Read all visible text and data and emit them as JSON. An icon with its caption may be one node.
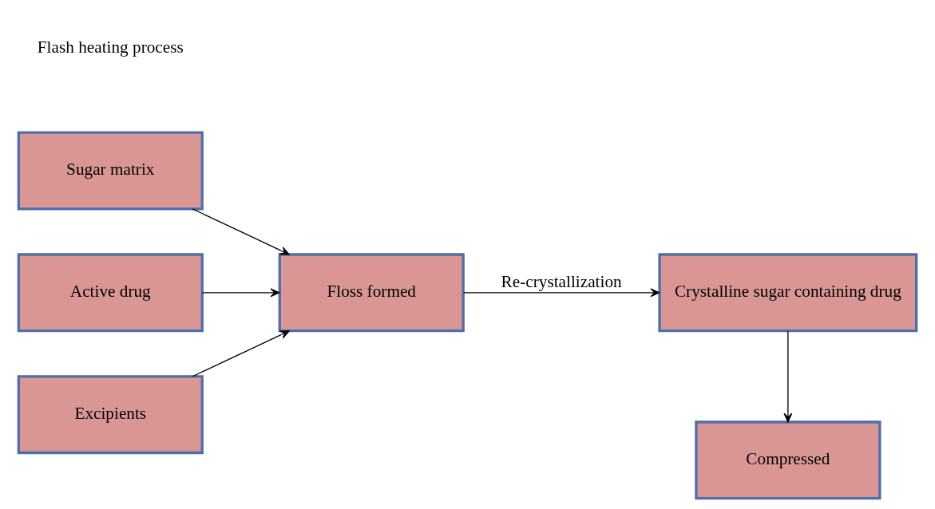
{
  "diagram": {
    "nodes": [
      {
        "text": [
          "Sugar matrix"
        ]
      },
      {
        "text": [
          "Active drug"
        ]
      },
      {
        "text": [
          "Excipients"
        ]
      },
      {
        "text": [
          "Floss formed"
        ]
      },
      {
        "text": [
          "Crystalline sugar containing drug"
        ]
      },
      {
        "text": [
          "Compressed"
        ]
      }
    ],
    "edges": [
      {
        "from": 0,
        "to": 3,
        "arrow": "to"
      },
      {
        "from": 1,
        "to": 3,
        "arrow": "to"
      },
      {
        "from": 2,
        "to": 3,
        "arrow": "to"
      },
      {
        "from": 3,
        "to": 4,
        "arrow": "to",
        "label": "Re-crystallization"
      },
      {
        "from": 4,
        "to": 5,
        "arrow": "to"
      }
    ],
    "labels": [
      "Flash heating process"
    ]
  }
}
